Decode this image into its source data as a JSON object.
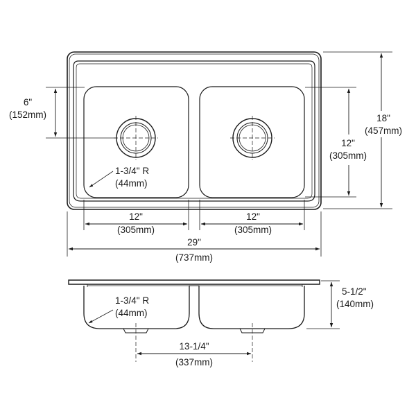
{
  "plan_view": {
    "overall_width": {
      "imperial": "29\"",
      "metric": "(737mm)"
    },
    "overall_depth": {
      "imperial": "18\"",
      "metric": "(457mm)"
    },
    "bowl_left_width": {
      "imperial": "12\"",
      "metric": "(305mm)"
    },
    "bowl_right_width": {
      "imperial": "12\"",
      "metric": "(305mm)"
    },
    "bowl_front_to_back": {
      "imperial": "12\"",
      "metric": "(305mm)"
    },
    "drain_offset": {
      "imperial": "6\"",
      "metric": "(152mm)"
    },
    "corner_radius": {
      "imperial": "1-3/4\" R",
      "metric": "(44mm)"
    }
  },
  "section_view": {
    "bowl_depth": {
      "imperial": "5-1/2\"",
      "metric": "(140mm)"
    },
    "drain_center_spacing": {
      "imperial": "13-1/4\"",
      "metric": "(337mm)"
    },
    "corner_radius": {
      "imperial": "1-3/4\" R",
      "metric": "(44mm)"
    }
  }
}
